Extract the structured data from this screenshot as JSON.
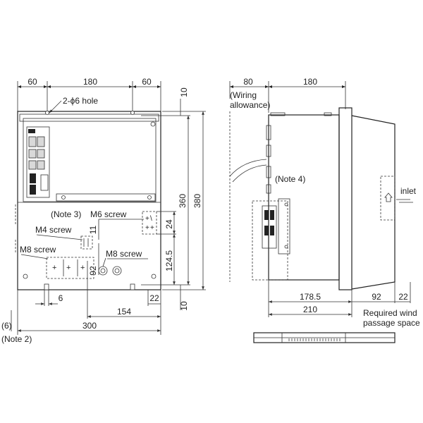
{
  "front_view": {
    "dims_top": [
      "60",
      "180",
      "60"
    ],
    "hole_label": "2-ϕ6 hole",
    "dim_10_top": "10",
    "dim_360": "360",
    "dim_380": "380",
    "dim_24": "24",
    "dim_11": "11",
    "dim_124_5": "124.5",
    "dim_92": "92",
    "dim_10_bottom": "10",
    "dim_6": "6",
    "dim_22": "22",
    "dim_154": "154",
    "dim_300": "300",
    "dim_6_paren": "(6)",
    "note2": "(Note 2)",
    "note3": "(Note 3)",
    "m6_screw": "M6 screw",
    "m4_screw": "M4 screw",
    "m8_screw_left": "M8 screw",
    "m8_screw_right": "M8 screw"
  },
  "side_view": {
    "dim_80": "80",
    "dim_180": "180",
    "wiring_line1": "(Wiring",
    "wiring_line2": "allowance)",
    "note4": "(Note 4)",
    "inlet": "inlet",
    "dim_178_5": "178.5",
    "dim_92": "92",
    "dim_22": "22",
    "dim_210": "210",
    "wind_line1": "Required wind",
    "wind_line2": "passage space"
  }
}
